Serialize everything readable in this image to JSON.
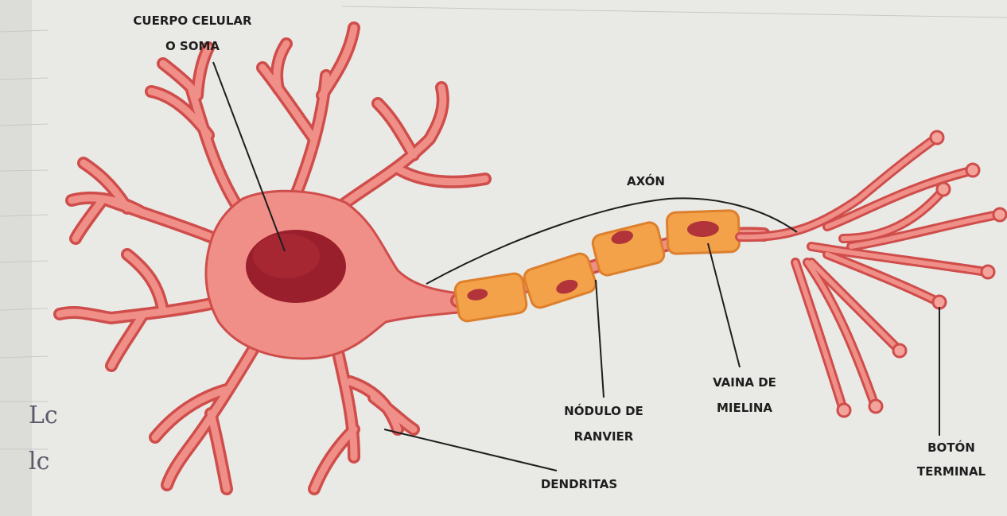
{
  "labels": {
    "soma": [
      "CUERPO CELULAR",
      "O SOMA"
    ],
    "axon": "AXÓN",
    "node": [
      "NÓDULO DE",
      "RANVIER"
    ],
    "myelin": [
      "VAINA DE",
      "MIELINA"
    ],
    "dendrites": "DENDRITAS",
    "terminal": [
      "BOTÓN",
      "TERMINAL"
    ]
  },
  "handwriting": [
    "Lc",
    "lc"
  ],
  "colors": {
    "paper": "#e9e9e6",
    "neuron_fill": "#f08f87",
    "neuron_stroke": "#cf4d4a",
    "nucleus": "#9a1f2c",
    "myelin": "#f3a24a",
    "myelin_dark": "#dd7f2c",
    "myelin_nucleus": "#b0343a",
    "line": "#1e1e1e"
  }
}
